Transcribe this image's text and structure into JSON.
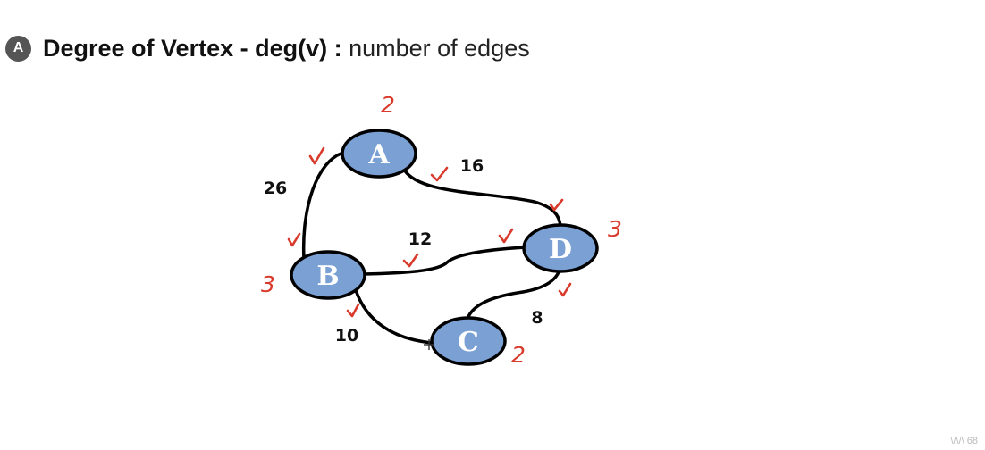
{
  "header": {
    "badge": "A",
    "title_bold": "Degree of Vertex - deg(v) :",
    "title_rest": " number of edges"
  },
  "graph": {
    "nodes": [
      {
        "id": "A",
        "label": "A",
        "degree": "2"
      },
      {
        "id": "B",
        "label": "B",
        "degree": "3"
      },
      {
        "id": "C",
        "label": "C",
        "degree": "2"
      },
      {
        "id": "D",
        "label": "D",
        "degree": "3"
      }
    ],
    "edges": [
      {
        "from": "A",
        "to": "B",
        "weight": "26"
      },
      {
        "from": "A",
        "to": "D",
        "weight": "16"
      },
      {
        "from": "B",
        "to": "D",
        "weight": "12"
      },
      {
        "from": "B",
        "to": "C",
        "weight": "10"
      },
      {
        "from": "C",
        "to": "D",
        "weight": "8"
      }
    ],
    "colors": {
      "node_fill": "#7aa0d4",
      "node_stroke": "#000000",
      "edge": "#000000",
      "annotation": "#d93a2b"
    },
    "annotation_mark": "checkmark"
  },
  "watermark": "\\/\\/\\ 68"
}
